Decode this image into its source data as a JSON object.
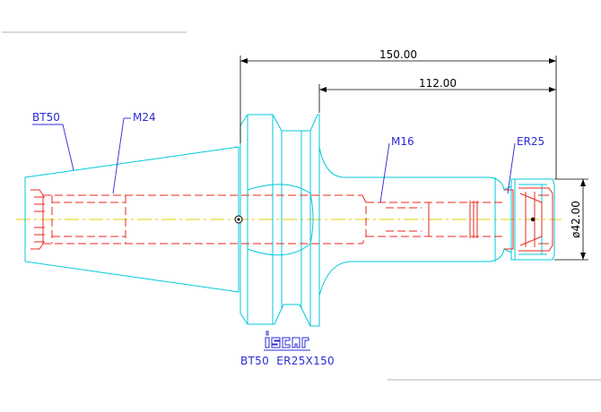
{
  "dimensions": {
    "overall_length": "150.00",
    "shank_length": "112.00",
    "diameter": "ø42.00"
  },
  "labels": {
    "taper": "BT50",
    "thread_large": "M24",
    "thread_small": "M16",
    "collet": "ER25"
  },
  "logo": "iscar",
  "caption": "BT50  ER25X150",
  "colors": {
    "body_outline": "#00c8dc",
    "hidden_lines": "#e8281e",
    "dimension_lines": "#000000",
    "annotation": "#2b2bd6",
    "center_line": "#e6d200"
  }
}
